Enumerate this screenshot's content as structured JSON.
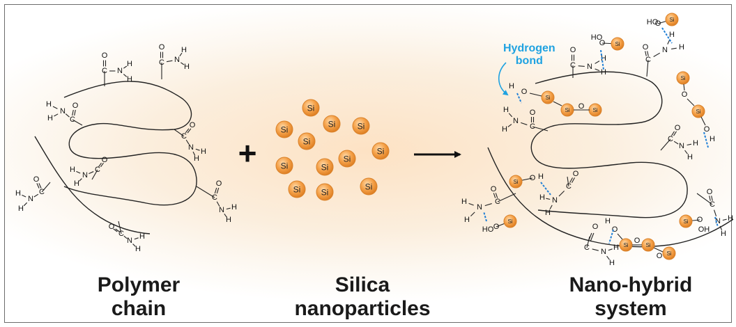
{
  "captions": {
    "polymer_line1": "Polymer",
    "polymer_line2": "chain",
    "silica_line1": "Silica",
    "silica_line2": "nanoparticles",
    "hybrid_line1": "Nano-hybrid",
    "hybrid_line2": "system"
  },
  "annotation": {
    "line1": "Hydrogen",
    "line2": "bond"
  },
  "symbols": {
    "plus": "+",
    "si": "Si",
    "carbon": "C",
    "oxygen": "O",
    "nitrogen": "N",
    "hydrogen": "H",
    "hydroxyl": "HO",
    "hydroxyl_right": "OH"
  },
  "colors": {
    "si_fill": "#f5a24a",
    "si_stroke": "#d9822b",
    "hydrogen_bond": "#1f7fd6",
    "annotation": "#1fa2e1"
  }
}
